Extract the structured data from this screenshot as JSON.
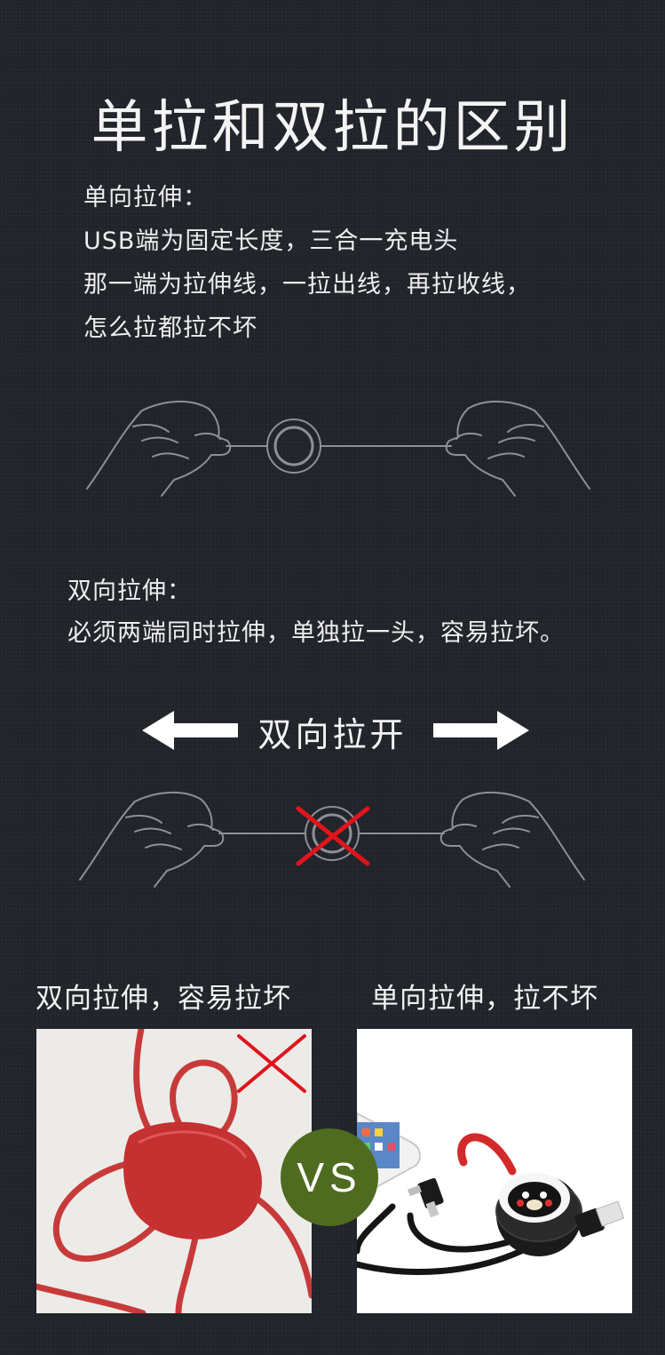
{
  "title": "单拉和双拉的区别",
  "single": {
    "heading": "单向拉伸：",
    "lines": [
      "USB端为固定长度，三合一充电头",
      "那一端为拉伸线，一拉出线，再拉收线，",
      "怎么拉都拉不坏"
    ]
  },
  "double": {
    "heading": "双向拉伸：",
    "line": "必须两端同时拉伸，单独拉一头，容易拉坏。"
  },
  "pull_label": "双向拉开",
  "compare": {
    "left_caption": "双向拉伸，容易拉坏",
    "right_caption": "单向拉伸，拉不坏",
    "vs": "VS"
  },
  "colors": {
    "background": "#22252b",
    "cross": "#e0141c",
    "vs_badge": "#4e6b1f",
    "cable_red": "#c83a3a"
  }
}
